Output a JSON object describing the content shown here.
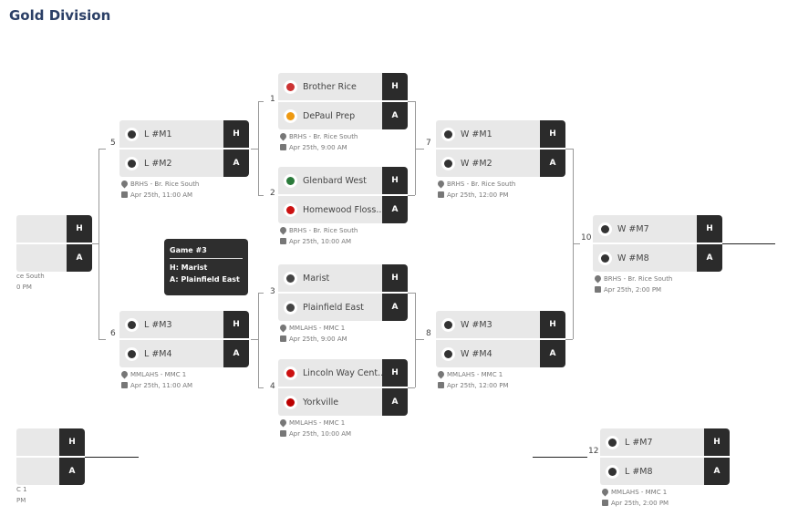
{
  "title": "Gold Division",
  "games": {
    "g1": {
      "num": "1",
      "home": "Brother Rice",
      "away": "DePaul Prep",
      "venue": "BRHS - Br. Rice South",
      "time": "Apr 25th, 9:00 AM"
    },
    "g2": {
      "num": "2",
      "home": "Glenbard West",
      "away": "Homewood Floss...",
      "venue": "BRHS - Br. Rice South",
      "time": "Apr 25th, 10:00 AM"
    },
    "g3": {
      "num": "3",
      "home": "Marist",
      "away": "Plainfield East",
      "venue": "MMLAHS - MMC 1",
      "time": "Apr 25th, 9:00 AM"
    },
    "g4": {
      "num": "4",
      "home": "Lincoln Way Cent...",
      "away": "Yorkville",
      "venue": "MMLAHS - MMC 1",
      "time": "Apr 25th, 10:00 AM"
    },
    "g5": {
      "num": "5",
      "home": "L #M1",
      "away": "L #M2",
      "venue": "BRHS - Br. Rice South",
      "time": "Apr 25th, 11:00 AM"
    },
    "g6": {
      "num": "6",
      "home": "L #M3",
      "away": "L #M4",
      "venue": "MMLAHS - MMC 1",
      "time": "Apr 25th, 11:00 AM"
    },
    "g7": {
      "num": "7",
      "home": "W #M1",
      "away": "W #M2",
      "venue": "BRHS - Br. Rice South",
      "time": "Apr 25th, 12:00 PM"
    },
    "g8": {
      "num": "8",
      "home": "W #M3",
      "away": "W #M4",
      "venue": "MMLAHS - MMC 1",
      "time": "Apr 25th, 12:00 PM"
    },
    "g10": {
      "num": "10",
      "home": "W #M7",
      "away": "W #M8",
      "venue": "BRHS - Br. Rice South",
      "time": "Apr 25th, 2:00 PM"
    },
    "g12": {
      "num": "12",
      "home": "L #M7",
      "away": "L #M8",
      "venue": "MMLAHS - MMC 1",
      "time": "Apr 25th, 2:00 PM"
    },
    "left1": {
      "venue": "ce South",
      "time": "0 PM"
    },
    "left2": {
      "venue": "C 1",
      "time": "PM"
    }
  },
  "ha": {
    "home": "H",
    "away": "A"
  },
  "tooltip": {
    "title": "Game #3",
    "home": "H: Marist",
    "away": "A: Plainfield East"
  }
}
